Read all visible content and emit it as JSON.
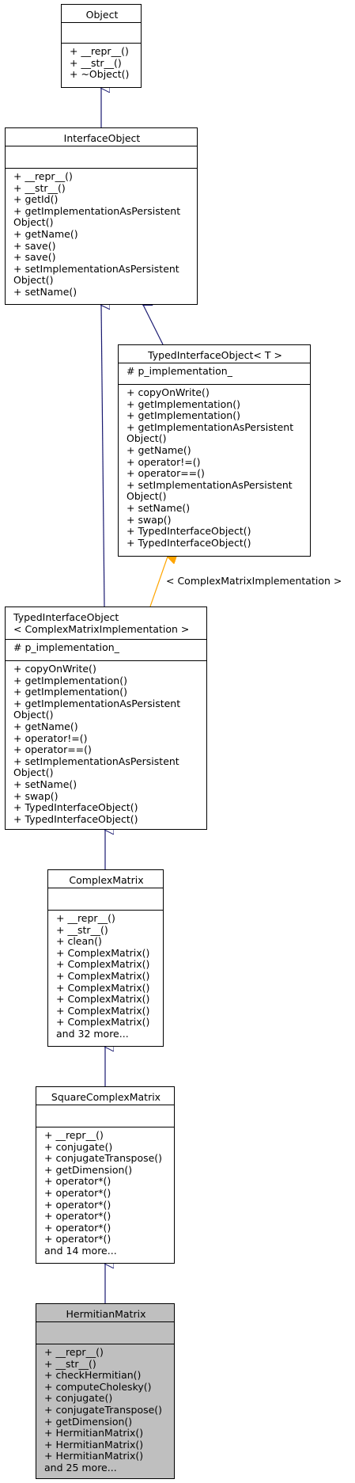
{
  "classes": {
    "object": {
      "name": "Object",
      "attributes": [],
      "methods": [
        "+ __repr__()",
        "+ __str__()",
        "+ ~Object()"
      ]
    },
    "interface_object": {
      "name": "InterfaceObject",
      "attributes": [],
      "methods": [
        "+ __repr__()",
        "+ __str__()",
        "+ getId()",
        "+ getImplementationAsPersistent",
        "Object()",
        "+ getName()",
        "+ save()",
        "+ save()",
        "+ setImplementationAsPersistent",
        "Object()",
        "+ setName()"
      ]
    },
    "typed_interface_object_t": {
      "name": "TypedInterfaceObject< T >",
      "attributes": [
        "# p_implementation_"
      ],
      "methods": [
        "+ copyOnWrite()",
        "+ getImplementation()",
        "+ getImplementation()",
        "+ getImplementationAsPersistent",
        "Object()",
        "+ getName()",
        "+ operator!=()",
        "+ operator==()",
        "+ setImplementationAsPersistent",
        "Object()",
        "+ setName()",
        "+ swap()",
        "+ TypedInterfaceObject()",
        "+ TypedInterfaceObject()"
      ]
    },
    "typed_interface_object_cmi": {
      "name_lines": [
        "TypedInterfaceObject",
        "< ComplexMatrixImplementation >"
      ],
      "attributes": [
        "# p_implementation_"
      ],
      "methods": [
        "+ copyOnWrite()",
        "+ getImplementation()",
        "+ getImplementation()",
        "+ getImplementationAsPersistent",
        "Object()",
        "+ getName()",
        "+ operator!=()",
        "+ operator==()",
        "+ setImplementationAsPersistent",
        "Object()",
        "+ setName()",
        "+ swap()",
        "+ TypedInterfaceObject()",
        "+ TypedInterfaceObject()"
      ]
    },
    "complex_matrix": {
      "name": "ComplexMatrix",
      "attributes": [],
      "methods": [
        "+ __repr__()",
        "+ __str__()",
        "+ clean()",
        "+ ComplexMatrix()",
        "+ ComplexMatrix()",
        "+ ComplexMatrix()",
        "+ ComplexMatrix()",
        "+ ComplexMatrix()",
        "+ ComplexMatrix()",
        "+ ComplexMatrix()",
        "and 32 more..."
      ]
    },
    "square_complex_matrix": {
      "name": "SquareComplexMatrix",
      "attributes": [],
      "methods": [
        "+ __repr__()",
        "+ conjugate()",
        "+ conjugateTranspose()",
        "+ getDimension()",
        "+ operator*()",
        "+ operator*()",
        "+ operator*()",
        "+ operator*()",
        "+ operator*()",
        "+ operator*()",
        "and 14 more..."
      ]
    },
    "hermitian_matrix": {
      "name": "HermitianMatrix",
      "attributes": [],
      "methods": [
        "+ __repr__()",
        "+ __str__()",
        "+ checkHermitian()",
        "+ computeCholesky()",
        "+ conjugate()",
        "+ conjugateTranspose()",
        "+ getDimension()",
        "+ HermitianMatrix()",
        "+ HermitianMatrix()",
        "+ HermitianMatrix()",
        "and 25 more..."
      ]
    }
  },
  "template_binding_label": "< ComplexMatrixImplementation >",
  "colors": {
    "inheritance_edge": "#191970",
    "template_edge": "#ffa500",
    "highlight_fill": "#bfbfbf"
  }
}
